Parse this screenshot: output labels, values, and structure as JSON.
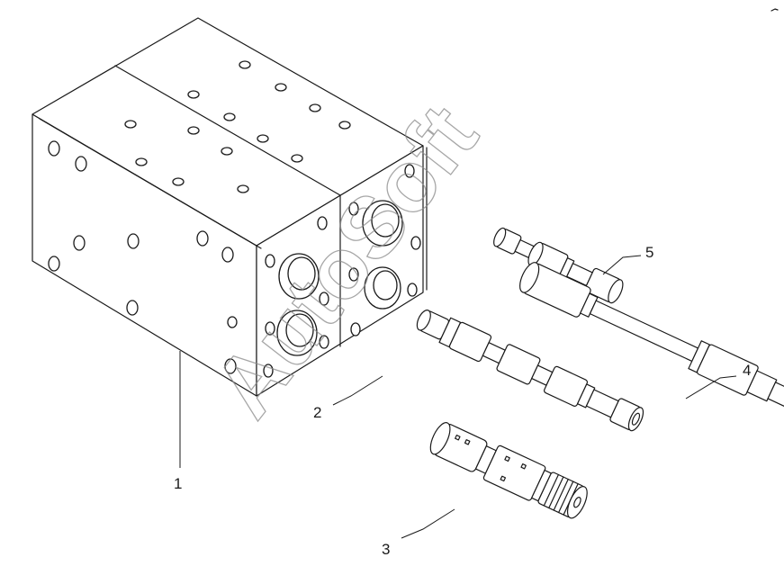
{
  "diagram": {
    "callouts": [
      {
        "id": "1",
        "label": "1"
      },
      {
        "id": "2",
        "label": "2"
      },
      {
        "id": "3",
        "label": "3"
      },
      {
        "id": "4",
        "label": "4"
      },
      {
        "id": "5",
        "label": "5"
      }
    ],
    "watermark": "AutoSoft",
    "ink_color": "#1a1a1a",
    "watermark_color": "#8a8a8a"
  }
}
